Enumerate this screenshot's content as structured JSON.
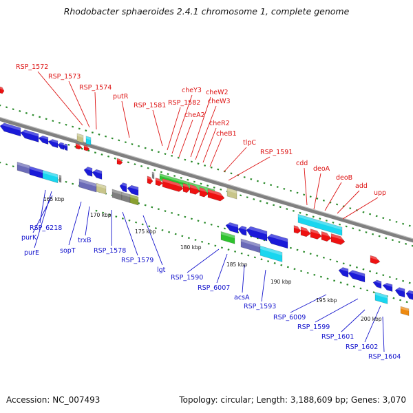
{
  "title": "Rhodobacter sphaeroides 2.4.1 chromosome 1, complete genome",
  "footer": {
    "accession": "Accession: NC_007493",
    "topology": "Topology: circular; Length: 3,188,609 bp; Genes: 3,070"
  },
  "colors": {
    "forward_label": "#dd1111",
    "reverse_label": "#1111cc",
    "backbone": "#808080",
    "tick": "#2a8a2a"
  },
  "scale_ticks": [
    {
      "label": "165 kbp"
    },
    {
      "label": "170 kbp"
    },
    {
      "label": "175 kbp"
    },
    {
      "label": "180 kbp"
    },
    {
      "label": "185 kbp"
    },
    {
      "label": "190 kbp"
    },
    {
      "label": "195 kbp"
    },
    {
      "label": "200 kbp"
    }
  ],
  "top_labels": [
    {
      "name": "RSP_1572"
    },
    {
      "name": "RSP_1573"
    },
    {
      "name": "RSP_1574"
    },
    {
      "name": "putR"
    },
    {
      "name": "RSP_1581"
    },
    {
      "name": "RSP_1582"
    },
    {
      "name": "cheY3"
    },
    {
      "name": "cheA2"
    },
    {
      "name": "cheW2"
    },
    {
      "name": "cheW3"
    },
    {
      "name": "cheR2"
    },
    {
      "name": "cheB1"
    },
    {
      "name": "tlpC"
    },
    {
      "name": "RSP_1591"
    },
    {
      "name": "cdd"
    },
    {
      "name": "deoA"
    },
    {
      "name": "deoB"
    },
    {
      "name": "add"
    },
    {
      "name": "upp"
    }
  ],
  "bottom_labels": [
    {
      "name": "RSP_6218"
    },
    {
      "name": "purK"
    },
    {
      "name": "purE"
    },
    {
      "name": "sopT"
    },
    {
      "name": "trxB"
    },
    {
      "name": "RSP_1578"
    },
    {
      "name": "RSP_1579"
    },
    {
      "name": "lgt"
    },
    {
      "name": "RSP_1590"
    },
    {
      "name": "RSP_6007"
    },
    {
      "name": "acsA"
    },
    {
      "name": "RSP_1593"
    },
    {
      "name": "RSP_6009"
    },
    {
      "name": "RSP_1599"
    },
    {
      "name": "RSP_1601"
    },
    {
      "name": "RSP_1602"
    },
    {
      "name": "RSP_1604"
    }
  ]
}
